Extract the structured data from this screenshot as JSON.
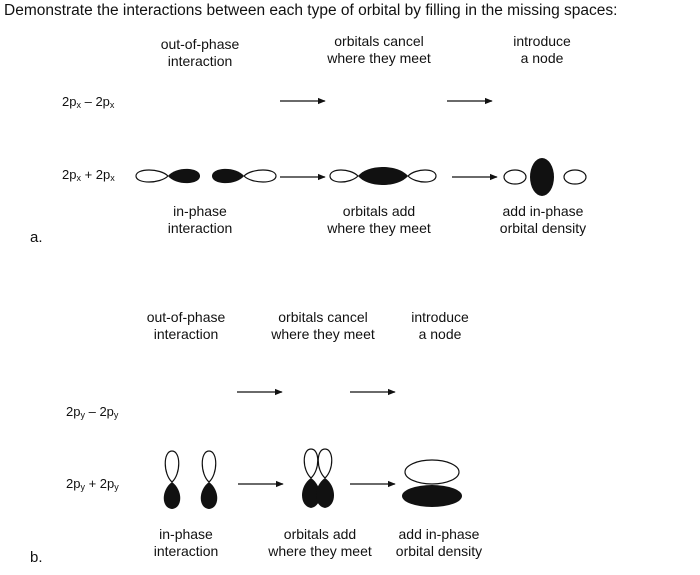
{
  "instruction": "Demonstrate the interactions between each type of orbital by filling in the missing spaces:",
  "section_a": {
    "letter": "a.",
    "top_labels": [
      {
        "line1": "out-of-phase",
        "line2": "interaction"
      },
      {
        "line1": "orbitals cancel",
        "line2": "where they meet"
      },
      {
        "line1": "introduce",
        "line2": "a node"
      }
    ],
    "row_minus": {
      "orb1": "2p",
      "sub1": "x",
      "op": " – ",
      "orb2": "2p",
      "sub2": "x"
    },
    "row_plus": {
      "orb1": "2p",
      "sub1": "x",
      "op": " + ",
      "orb2": "2p",
      "sub2": "x"
    },
    "bottom_labels": [
      {
        "line1": "in-phase",
        "line2": "interaction"
      },
      {
        "line1": "orbitals add",
        "line2": "where they meet"
      },
      {
        "line1": "add in-phase",
        "line2": "orbital density"
      }
    ]
  },
  "section_b": {
    "letter": "b.",
    "top_labels": [
      {
        "line1": "out-of-phase",
        "line2": "interaction"
      },
      {
        "line1": "orbitals cancel",
        "line2": "where they meet"
      },
      {
        "line1": "introduce",
        "line2": "a node"
      }
    ],
    "row_minus": {
      "orb1": "2p",
      "sub1": "y",
      "op": " – ",
      "orb2": "2p",
      "sub2": "y"
    },
    "row_plus": {
      "orb1": "2p",
      "sub1": "y",
      "op": " + ",
      "orb2": "2p",
      "sub2": "y"
    },
    "bottom_labels": [
      {
        "line1": "in-phase",
        "line2": "interaction"
      },
      {
        "line1": "orbitals add",
        "line2": "where they meet"
      },
      {
        "line1": "add in-phase",
        "line2": "orbital density"
      }
    ]
  },
  "colors": {
    "ink": "#111111",
    "background": "#ffffff"
  }
}
